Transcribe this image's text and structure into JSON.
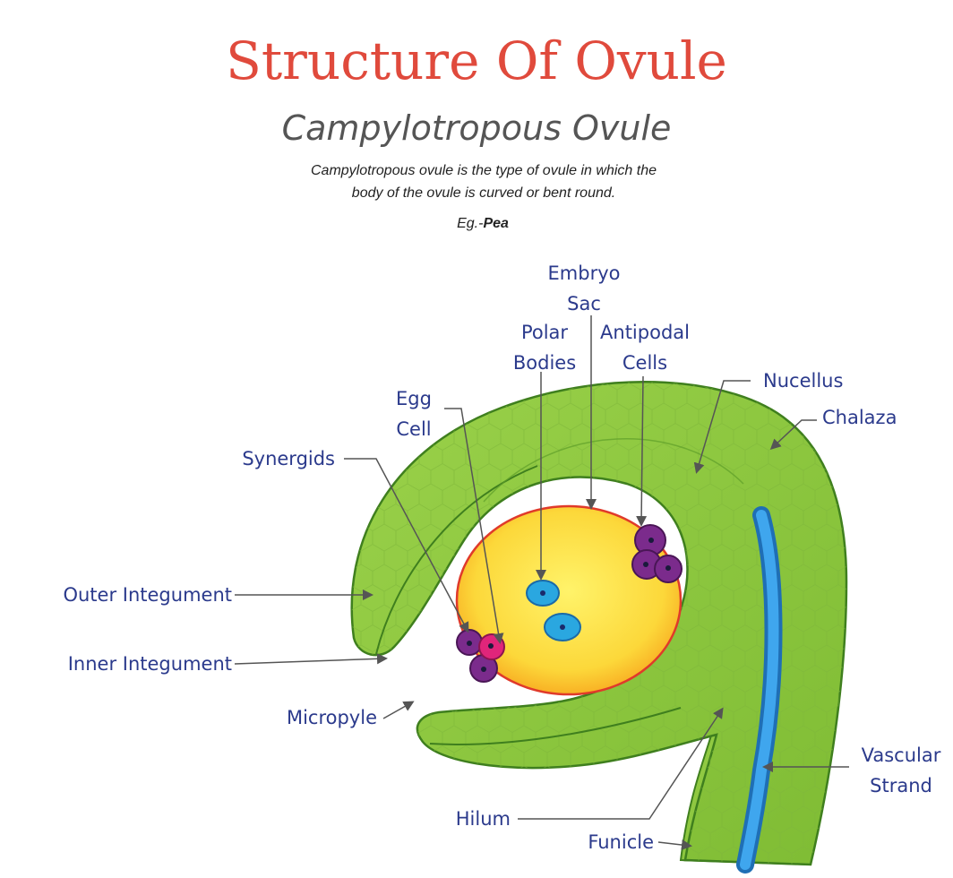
{
  "title": "Structure Of Ovule",
  "subtitle": "Campylotropous Ovule",
  "description": {
    "line1": "Campylotropous ovule is the type of ovule in which the",
    "line2": "body of the ovule is curved or bent round."
  },
  "example": {
    "prefix": "Eg.-",
    "value": "Pea"
  },
  "colors": {
    "title": "#e04a3c",
    "subtitle": "#555555",
    "label": "#2b3a8c",
    "leader": "#555555",
    "tissue": "#8cc63f",
    "tissue_edge": "#3f7f1e",
    "embryo_sac": "#fcd83a",
    "embryo_sac_edge": "#e03a2a",
    "polar_body": "#2aa7e0",
    "antipodal": "#7b2b8c",
    "egg": "#e0257a",
    "vascular": "#2a8fe0"
  },
  "labels": {
    "embryo_sac": [
      "Embryo",
      "Sac"
    ],
    "polar_bodies": [
      "Polar",
      "Bodies"
    ],
    "antipodal_cells": [
      "Antipodal",
      "Cells"
    ],
    "egg_cell": [
      "Egg",
      "Cell"
    ],
    "nucellus": "Nucellus",
    "chalaza": "Chalaza",
    "synergids": "Synergids",
    "outer_integument": "Outer Integument",
    "inner_integument": "Inner Integument",
    "micropyle": "Micropyle",
    "vascular_strand": [
      "Vascular",
      "Strand"
    ],
    "hilum": "Hilum",
    "funicle": "Funicle"
  }
}
